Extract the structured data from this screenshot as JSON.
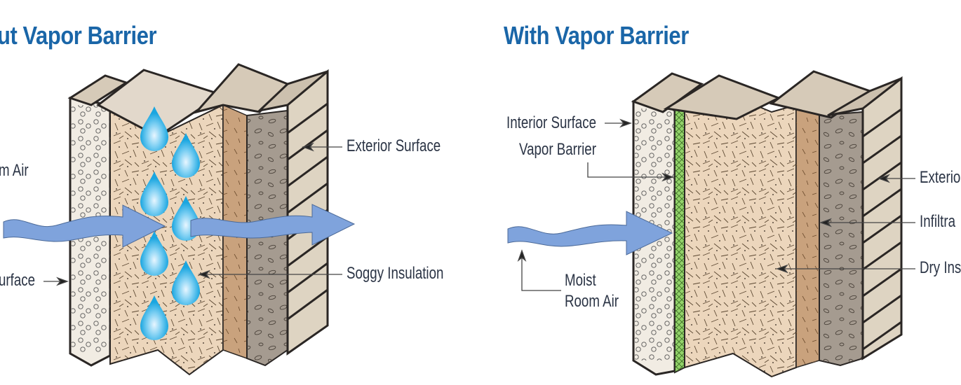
{
  "panels": [
    {
      "id": "without",
      "title": "Without Vapor Barrier",
      "visible_title": "ut Vapor Barrier",
      "labels": {
        "room_air": "m Air",
        "interior_surface": "urface",
        "exterior_surface": "Exterior Surface",
        "soggy_insulation": "Soggy Insulation"
      },
      "vapor_barrier_present": false,
      "water_drops": 7
    },
    {
      "id": "with",
      "title": "With Vapor Barrier",
      "labels": {
        "interior_surface": "Interior Surface",
        "vapor_barrier": "Vapor Barrier",
        "moist_room_air_line1": "Moist",
        "moist_room_air_line2": "Room Air",
        "exterior_surface": "Exterio",
        "infiltration": "Infiltra",
        "dry_insulation": "Dry Ins"
      },
      "vapor_barrier_present": true,
      "water_drops": 0
    }
  ],
  "colors": {
    "title": "#1a66a8",
    "label_text": "#2b3445",
    "airflow_arrow": "#7fa3dc",
    "water_drop": "#1aa6e0",
    "drywall": "#f1ece3",
    "insulation": "#ecd6bc",
    "sheathing_wood": "#c9a27d",
    "stone_layer": "#a59b90",
    "siding": "#ded4c2",
    "top_cap": "#d6cab8",
    "vapor_barrier": "#93d36a",
    "outline": "#2a2624"
  }
}
